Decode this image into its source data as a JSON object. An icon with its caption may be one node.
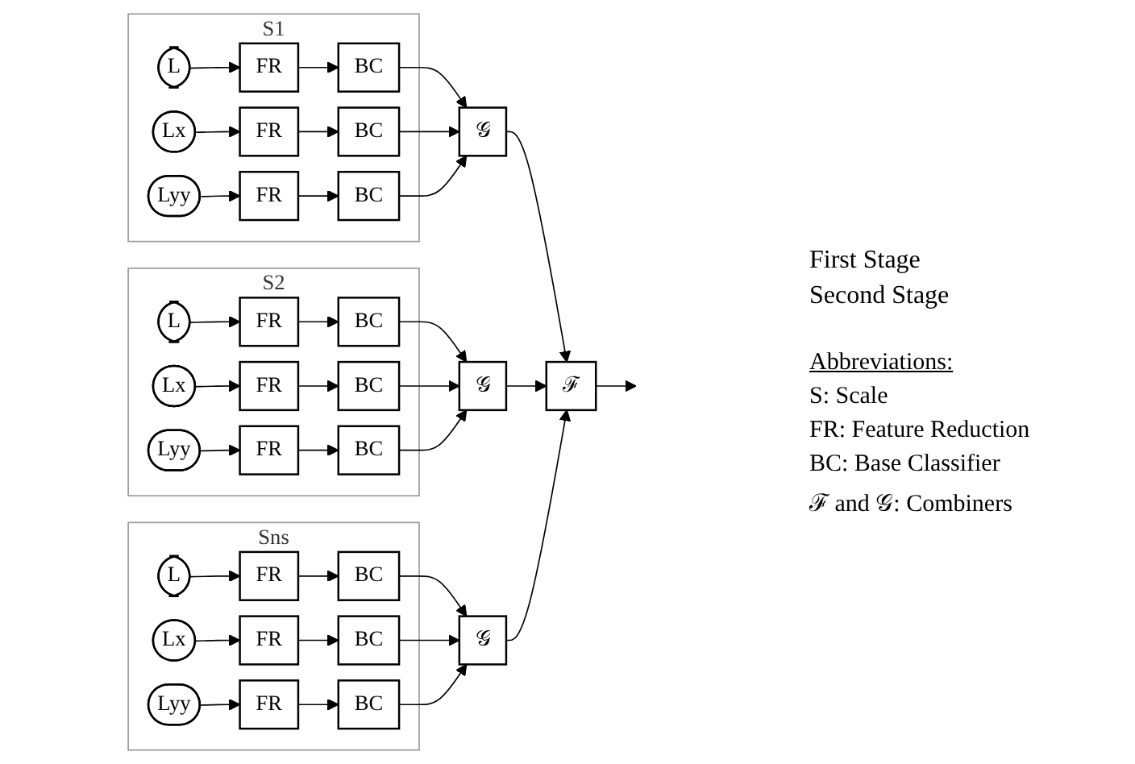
{
  "diagram": {
    "nodes": [
      {
        "text": [
          "S1"
        ]
      },
      {
        "text": [
          "L"
        ],
        "in": 0
      },
      {
        "text": [
          "FR"
        ],
        "in": 0
      },
      {
        "text": [
          "BC"
        ],
        "in": 0
      },
      {
        "text": [
          "Lx"
        ],
        "in": 0
      },
      {
        "text": [
          "FR"
        ],
        "in": 0
      },
      {
        "text": [
          "BC"
        ],
        "in": 0
      },
      {
        "text": [
          "Lyy"
        ],
        "in": 0
      },
      {
        "text": [
          "FR"
        ],
        "in": 0
      },
      {
        "text": [
          "BC"
        ],
        "in": 0
      },
      {
        "text": [
          "𝒢"
        ]
      },
      {
        "text": [
          "S2"
        ]
      },
      {
        "text": [
          "L"
        ],
        "in": 11
      },
      {
        "text": [
          "FR"
        ],
        "in": 11
      },
      {
        "text": [
          "BC"
        ],
        "in": 11
      },
      {
        "text": [
          "Lx"
        ],
        "in": 11
      },
      {
        "text": [
          "FR"
        ],
        "in": 11
      },
      {
        "text": [
          "BC"
        ],
        "in": 11
      },
      {
        "text": [
          "Lyy"
        ],
        "in": 11
      },
      {
        "text": [
          "FR"
        ],
        "in": 11
      },
      {
        "text": [
          "BC"
        ],
        "in": 11
      },
      {
        "text": [
          "𝒢"
        ]
      },
      {
        "text": [
          "Sns"
        ]
      },
      {
        "text": [
          "L"
        ],
        "in": 22
      },
      {
        "text": [
          "FR"
        ],
        "in": 22
      },
      {
        "text": [
          "BC"
        ],
        "in": 22
      },
      {
        "text": [
          "Lx"
        ],
        "in": 22
      },
      {
        "text": [
          "FR"
        ],
        "in": 22
      },
      {
        "text": [
          "BC"
        ],
        "in": 22
      },
      {
        "text": [
          "Lyy"
        ],
        "in": 22
      },
      {
        "text": [
          "FR"
        ],
        "in": 22
      },
      {
        "text": [
          "BC"
        ],
        "in": 22
      },
      {
        "text": [
          "𝒢"
        ]
      },
      {
        "text": [
          "ℱ"
        ]
      }
    ],
    "edges": [
      {
        "from": 1,
        "to": 2,
        "arrow": "to"
      },
      {
        "from": 2,
        "to": 3,
        "arrow": "to"
      },
      {
        "from": 4,
        "to": 5,
        "arrow": "to"
      },
      {
        "from": 5,
        "to": 6,
        "arrow": "to"
      },
      {
        "from": 7,
        "to": 8,
        "arrow": "to"
      },
      {
        "from": 8,
        "to": 9,
        "arrow": "to"
      },
      {
        "from": 3,
        "to": 10,
        "arrow": "to"
      },
      {
        "from": 6,
        "to": 10,
        "arrow": "to"
      },
      {
        "from": 9,
        "to": 10,
        "arrow": "to"
      },
      {
        "from": 12,
        "to": 13,
        "arrow": "to"
      },
      {
        "from": 13,
        "to": 14,
        "arrow": "to"
      },
      {
        "from": 15,
        "to": 16,
        "arrow": "to"
      },
      {
        "from": 16,
        "to": 17,
        "arrow": "to"
      },
      {
        "from": 18,
        "to": 19,
        "arrow": "to"
      },
      {
        "from": 19,
        "to": 20,
        "arrow": "to"
      },
      {
        "from": 14,
        "to": 21,
        "arrow": "to"
      },
      {
        "from": 17,
        "to": 21,
        "arrow": "to"
      },
      {
        "from": 20,
        "to": 21,
        "arrow": "to"
      },
      {
        "from": 23,
        "to": 24,
        "arrow": "to"
      },
      {
        "from": 24,
        "to": 25,
        "arrow": "to"
      },
      {
        "from": 26,
        "to": 27,
        "arrow": "to"
      },
      {
        "from": 27,
        "to": 28,
        "arrow": "to"
      },
      {
        "from": 29,
        "to": 30,
        "arrow": "to"
      },
      {
        "from": 30,
        "to": 31,
        "arrow": "to"
      },
      {
        "from": 25,
        "to": 32,
        "arrow": "to"
      },
      {
        "from": 28,
        "to": 32,
        "arrow": "to"
      },
      {
        "from": 31,
        "to": 32,
        "arrow": "to"
      },
      {
        "from": 10,
        "to": 33,
        "arrow": "to"
      },
      {
        "from": 21,
        "to": 33,
        "arrow": "to"
      },
      {
        "from": 32,
        "to": 33,
        "arrow": "to"
      },
      {
        "from": 33,
        "to": null,
        "arrow": "to"
      }
    ],
    "labels": [
      "First Stage",
      "Second Stage",
      "Abbreviations:",
      "S: Scale",
      "FR: Feature Reduction",
      "BC: Base Classifier",
      "ℱ and 𝒢: Combiners"
    ]
  }
}
